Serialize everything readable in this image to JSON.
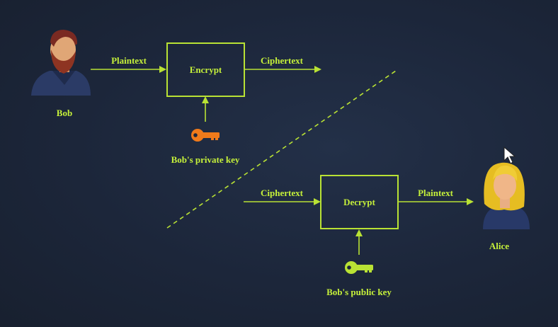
{
  "bob": {
    "name": "Bob"
  },
  "alice": {
    "name": "Alice"
  },
  "encrypt": {
    "input_label": "Plaintext",
    "box_label": "Encrypt",
    "output_label": "Ciphertext",
    "key_label": "Bob's private key",
    "key_color": "#f07a1a"
  },
  "decrypt": {
    "input_label": "Ciphertext",
    "box_label": "Decrypt",
    "output_label": "Plaintext",
    "key_label": "Bob's public key",
    "key_color": "#b9e234"
  },
  "colors": {
    "background": "#1c263a",
    "accent": "#c5f03a",
    "line": "#b9e234"
  },
  "cursor": {
    "icon": "mouse-pointer-icon"
  }
}
